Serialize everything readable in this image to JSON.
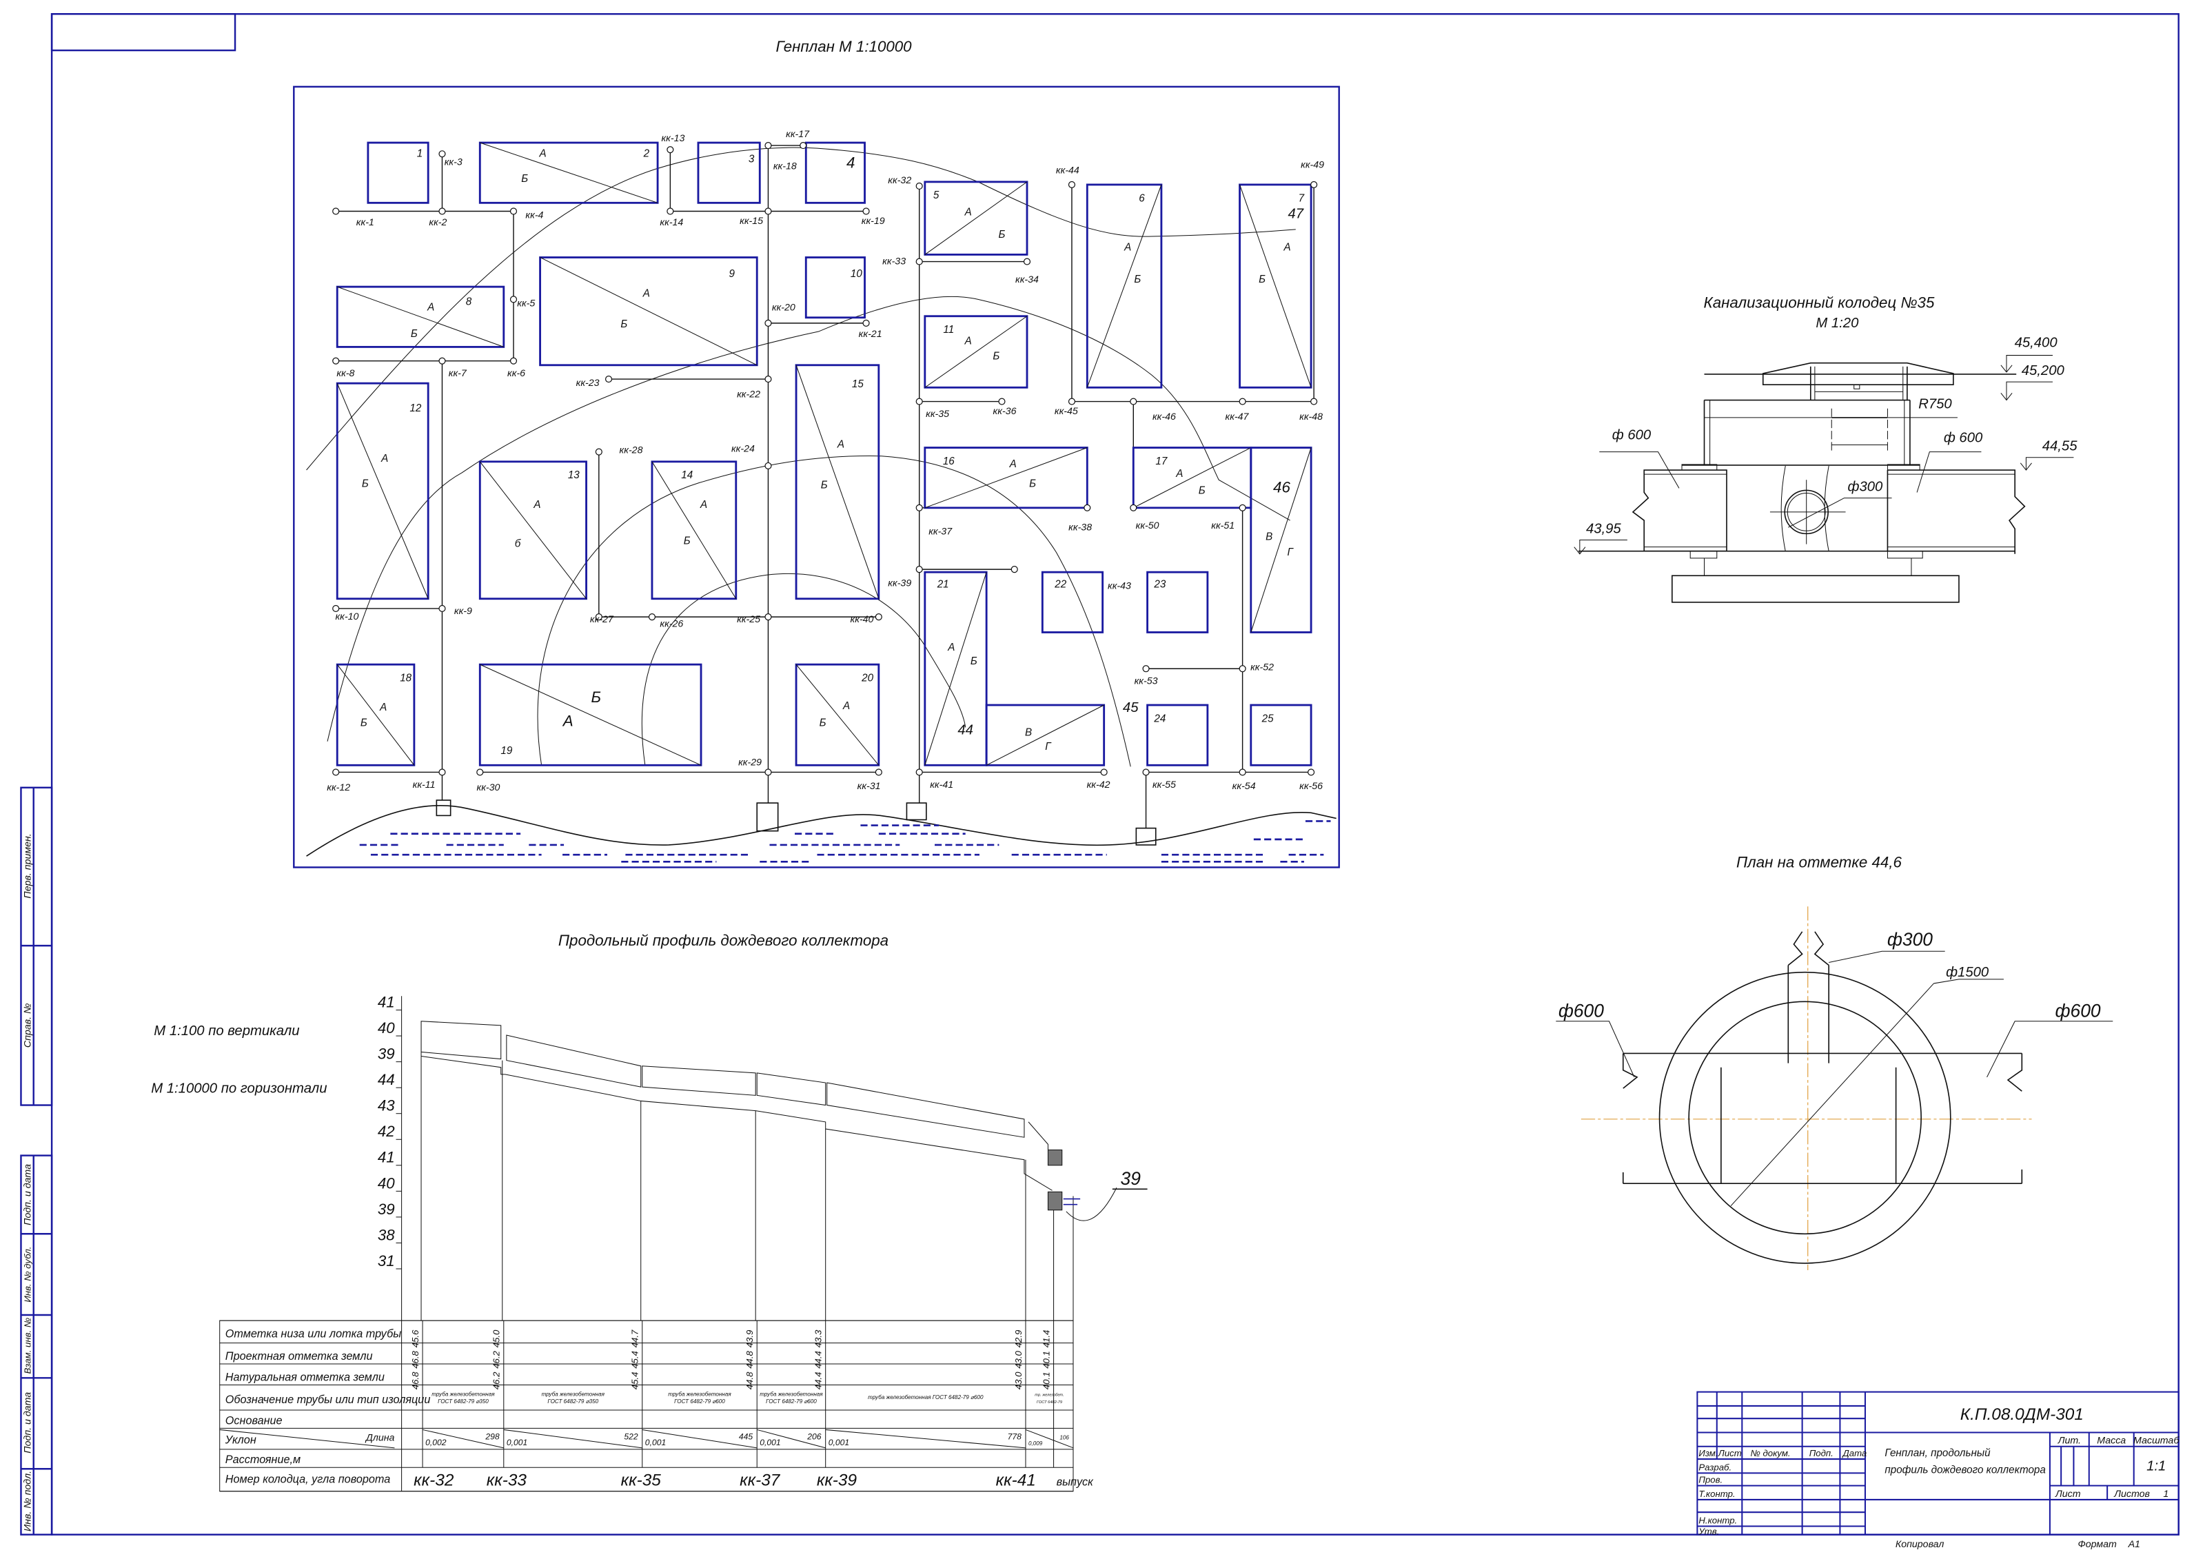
{
  "sheet": {
    "genplan_title": "Генплан М 1:10000",
    "profile_title": "Продольный профиль дождевого коллектора",
    "vertical_scale": "М 1:100 по вертикали",
    "horizontal_scale": "М 1:10000 по горизонтали",
    "well_title": "Канализационный колодец №35",
    "well_scale": "М 1:20",
    "plan_title": "План на отметке 44,6"
  },
  "genplan": {
    "buildings": [
      {
        "num": "1",
        "letters": []
      },
      {
        "num": "2",
        "letters": [
          "А",
          "Б"
        ]
      },
      {
        "num": "3",
        "letters": []
      },
      {
        "num": "4",
        "letters": []
      },
      {
        "num": "5",
        "letters": [
          "А",
          "Б"
        ]
      },
      {
        "num": "6",
        "letters": [
          "А",
          "Б"
        ]
      },
      {
        "num": "7",
        "letters": [
          "А",
          "Б"
        ]
      },
      {
        "num": "8",
        "letters": [
          "А",
          "Б"
        ]
      },
      {
        "num": "9",
        "letters": [
          "А",
          "Б"
        ]
      },
      {
        "num": "10",
        "letters": []
      },
      {
        "num": "11",
        "letters": [
          "А",
          "Б"
        ]
      },
      {
        "num": "12",
        "letters": [
          "А",
          "Б"
        ]
      },
      {
        "num": "13",
        "letters": [
          "А",
          "б"
        ]
      },
      {
        "num": "14",
        "letters": [
          "А",
          "Б"
        ]
      },
      {
        "num": "15",
        "letters": [
          "А",
          "Б"
        ]
      },
      {
        "num": "16",
        "letters": [
          "А",
          "Б"
        ]
      },
      {
        "num": "17",
        "letters": [
          "А",
          "Б"
        ]
      },
      {
        "num": "46",
        "letters": [
          "В",
          "Г"
        ]
      },
      {
        "num": "18",
        "letters": [
          "А",
          "Б"
        ]
      },
      {
        "num": "19",
        "letters": [
          "Б",
          "А"
        ]
      },
      {
        "num": "20",
        "letters": [
          "А",
          "Б"
        ]
      },
      {
        "num": "21",
        "letters": [
          "А",
          "Б"
        ]
      },
      {
        "num": "",
        "letters": [
          "В",
          "Г"
        ]
      },
      {
        "num": "22",
        "letters": []
      },
      {
        "num": "23",
        "letters": []
      },
      {
        "num": "24",
        "letters": []
      },
      {
        "num": "25",
        "letters": []
      }
    ],
    "marks": [
      "47",
      "44",
      "45"
    ],
    "wells": [
      "кк-1",
      "кк-2",
      "кк-3",
      "кк-4",
      "кк-5",
      "кк-6",
      "кк-7",
      "кк-8",
      "кк-9",
      "кк-10",
      "кк-11",
      "кк-12",
      "кк-13",
      "кк-14",
      "кк-15",
      "кк-17",
      "кк-18",
      "кк-19",
      "кк-20",
      "кк-21",
      "кк-22",
      "кк-23",
      "кк-24",
      "кк-25",
      "кк-26",
      "кк-27",
      "кк-28",
      "кк-29",
      "кк-30",
      "кк-31",
      "кк-32",
      "кк-33",
      "кк-34",
      "кк-35",
      "кк-36",
      "кк-37",
      "кк-38",
      "кк-39",
      "кк-40",
      "кк-41",
      "кк-42",
      "кк-43",
      "кк-44",
      "кк-45",
      "кк-46",
      "кк-47",
      "кк-48",
      "кк-49",
      "кк-50",
      "кк-51",
      "кк-52",
      "кк-53",
      "кк-54",
      "кк-55",
      "кк-56"
    ]
  },
  "profile": {
    "axis_ticks": [
      "41",
      "40",
      "39",
      "44",
      "43",
      "42",
      "41",
      "40",
      "39",
      "38",
      "31"
    ],
    "outlet_level": "39",
    "table": {
      "row_labels": [
        "Отметка низа или лотка трубы",
        "Проектная отметка земли",
        "Натуральная отметка земли",
        "Обозначение трубы или тип изоляции",
        "Основание",
        "Уклон",
        "Расстояние,м",
        "Номер колодца, угла поворота"
      ],
      "length_label": "Длина",
      "invert": [
        "45.6",
        "45.0",
        "44.7",
        "43.9",
        "43.3",
        "42.9",
        "41.4"
      ],
      "ground_design": [
        "46.8",
        "46.2",
        "45.4",
        "44.8",
        "44.4",
        "43.0",
        "40.1"
      ],
      "ground_natural": [
        "46.8",
        "46.2",
        "45.4",
        "44.8",
        "44.4",
        "43.0",
        "40.1"
      ],
      "pipes": [
        [
          "труба железобетонная",
          "ГОСТ 6482-79 ⌀350"
        ],
        [
          "труба железобетонная",
          "ГОСТ 6482-79 ⌀350"
        ],
        [
          "труба железобетонная",
          "ГОСТ 6482-79 ⌀600"
        ],
        [
          "труба железобетонная",
          "ГОСТ 6482-79 ⌀600"
        ],
        [
          "труба железобетонная ГОСТ 6482-79 ⌀600",
          ""
        ],
        [
          "тр. железобет.",
          "ГОСТ 6482-79"
        ]
      ],
      "slopes": [
        "0,002",
        "0,001",
        "0,001",
        "0,001",
        "0,001",
        "0,009"
      ],
      "lengths": [
        "298",
        "522",
        "445",
        "206",
        "778",
        "106"
      ],
      "wells": [
        "кк-32",
        "кк-33",
        "кк-35",
        "кк-37",
        "кк-39",
        "кк-41",
        "выпуск"
      ]
    }
  },
  "well_section": {
    "top_level": "45,400",
    "ground_level": "45,200",
    "radius": "R750",
    "left_pipe": "ф 600",
    "right_pipe": "ф 600",
    "pipe_top_level": "44,55",
    "inlet": "ф300",
    "bottom_level": "43,95"
  },
  "plan": {
    "inlet": "ф300",
    "well_diameter": "ф1500",
    "left_pipe": "ф600",
    "right_pipe": "ф600"
  },
  "title_block": {
    "code": "К.П.08.0ДМ-301",
    "name_line1": "Генплан, продольный",
    "name_line2": "профиль дождевого коллектора",
    "col_headers": [
      "Изм.",
      "Лист",
      "№ докум.",
      "Подп.",
      "Дата"
    ],
    "roles": [
      "Разраб.",
      "Пров.",
      "Т.контр.",
      "",
      "Н.контр.",
      "Утв."
    ],
    "lit": "Лит.",
    "mass": "Масса",
    "scale_label": "Масштаб",
    "scale": "1:1",
    "sheet": "Лист",
    "sheets": "Листов",
    "sheets_count": "1",
    "copied": "Копировал",
    "format": "Формат",
    "format_value": "А1"
  },
  "side_stamp": [
    "Перв. примен.",
    "Справ. №",
    "Подп. и дата",
    "Инв. № дубл.",
    "Взам. инв. №",
    "Подп. и дата",
    "Инв. № подл."
  ]
}
